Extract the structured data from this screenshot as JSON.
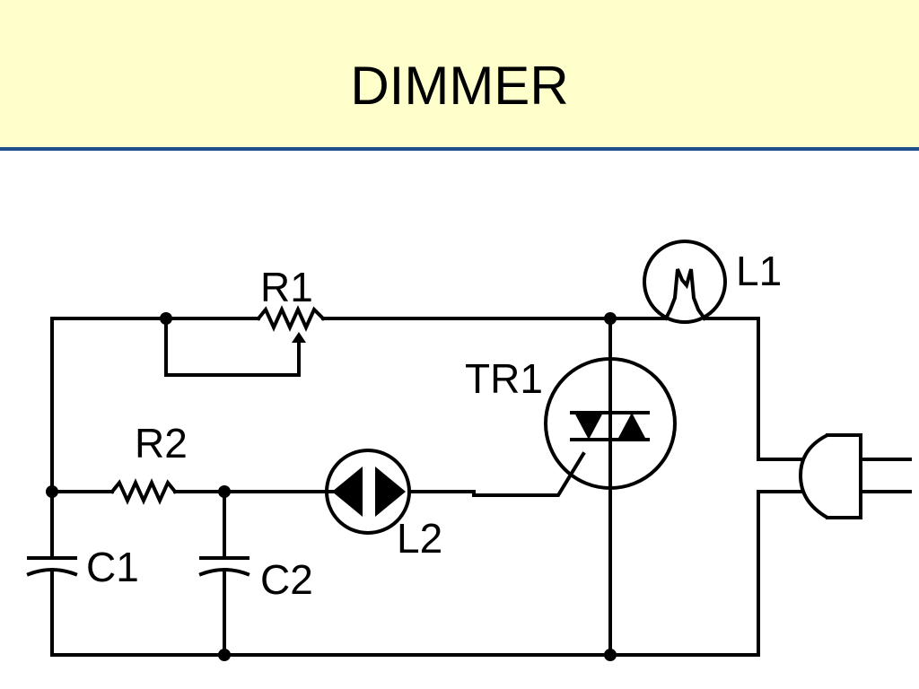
{
  "slide": {
    "title": "DIMMER"
  },
  "colors": {
    "title_background": "#ffffcc",
    "title_rule": "#1f4e8c",
    "wire": "#000000"
  },
  "diagram": {
    "labels": {
      "r1": "R1",
      "r2": "R2",
      "c1": "C1",
      "c2": "C2",
      "l1": "L1",
      "l2": "L2",
      "tr1": "TR1"
    }
  }
}
